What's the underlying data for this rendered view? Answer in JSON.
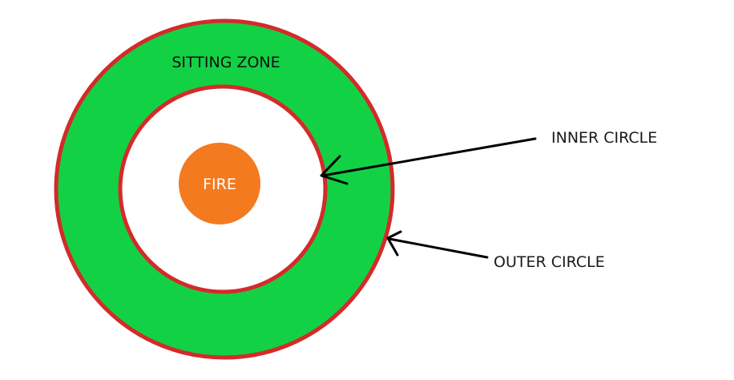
{
  "diagram": {
    "labels": {
      "sitting_zone": "SITTING ZONE",
      "fire": "FIRE",
      "inner_circle": "INNER CIRCLE",
      "outer_circle": "OUTER CIRCLE"
    },
    "colors": {
      "background": "#ffffff",
      "ring_fill": "#13d145",
      "ring_outline": "#d42a2a",
      "inner_fill": "#ffffff",
      "fire_fill": "#f47a20",
      "arrow": "#000000"
    }
  }
}
